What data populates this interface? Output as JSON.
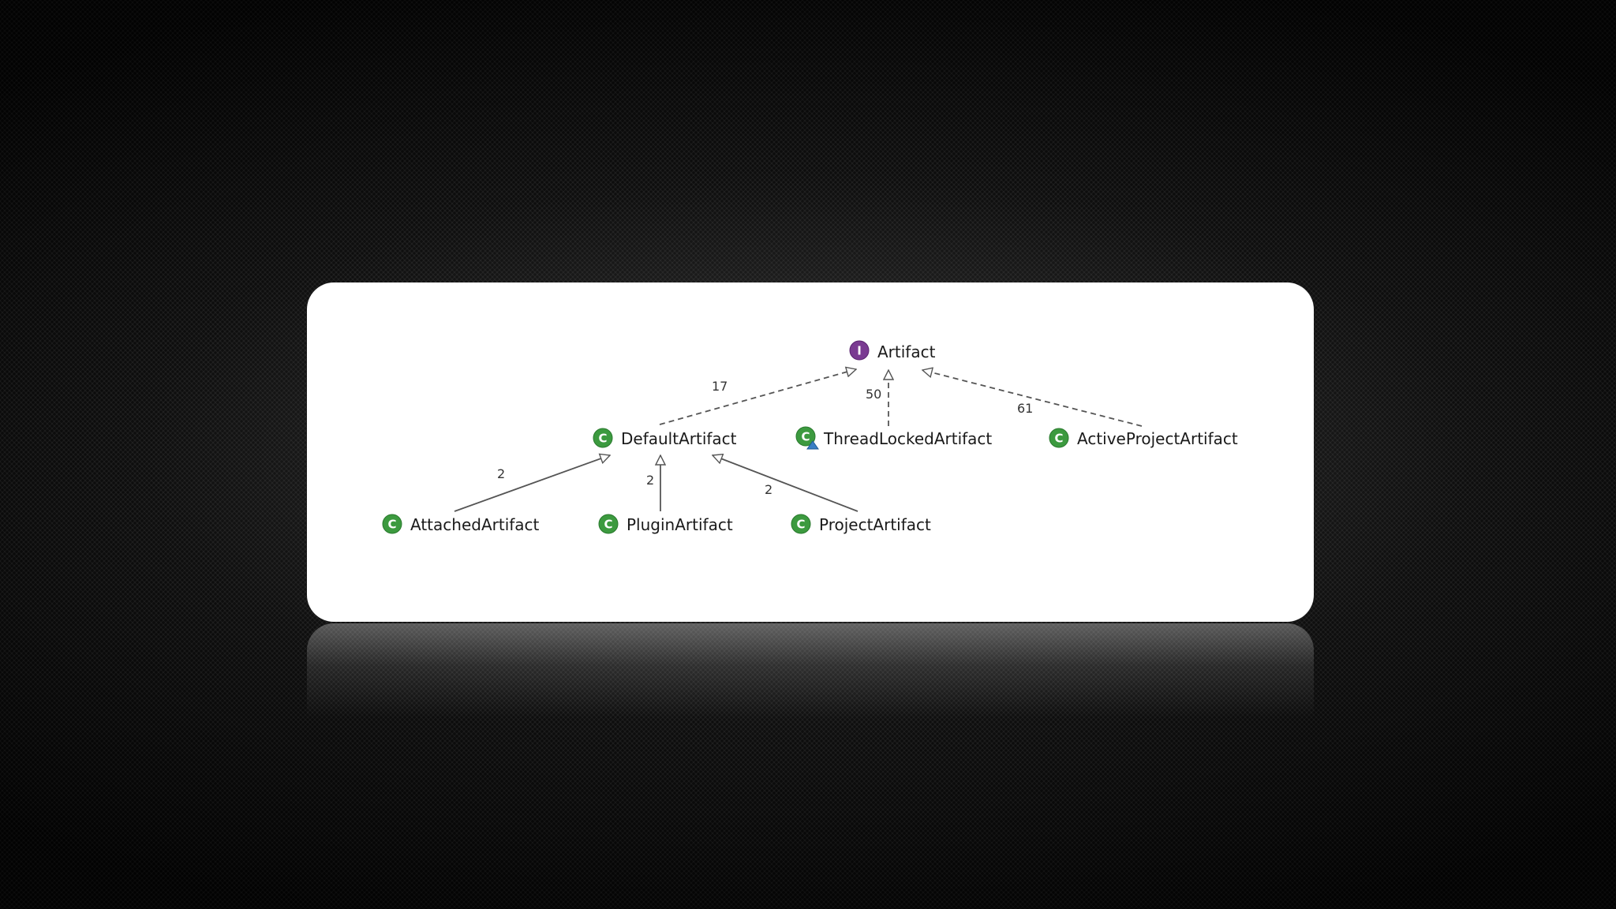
{
  "diagram": {
    "nodes": {
      "artifact": {
        "label": "Artifact",
        "kind": "interface",
        "icon_letter": "I",
        "icon_color": "#7a3b92"
      },
      "default_artifact": {
        "label": "DefaultArtifact",
        "kind": "class",
        "icon_letter": "C",
        "icon_color": "#3c9a3f"
      },
      "thread_locked_artifact": {
        "label": "ThreadLockedArtifact",
        "kind": "class",
        "icon_letter": "C",
        "icon_color": "#3c9a3f"
      },
      "active_project_artifact": {
        "label": "ActiveProjectArtifact",
        "kind": "class",
        "icon_letter": "C",
        "icon_color": "#3c9a3f"
      },
      "attached_artifact": {
        "label": "AttachedArtifact",
        "kind": "class",
        "icon_letter": "C",
        "icon_color": "#3c9a3f"
      },
      "plugin_artifact": {
        "label": "PluginArtifact",
        "kind": "class",
        "icon_letter": "C",
        "icon_color": "#3c9a3f"
      },
      "project_artifact": {
        "label": "ProjectArtifact",
        "kind": "class",
        "icon_letter": "C",
        "icon_color": "#3c9a3f"
      }
    },
    "edges": {
      "default_to_artifact": {
        "from": "DefaultArtifact",
        "to": "Artifact",
        "label": "17",
        "style": "dashed"
      },
      "threadlocked_to_artifact": {
        "from": "ThreadLockedArtifact",
        "to": "Artifact",
        "label": "50",
        "style": "dashed"
      },
      "activeproject_to_artifact": {
        "from": "ActiveProjectArtifact",
        "to": "Artifact",
        "label": "61",
        "style": "dashed"
      },
      "attached_to_default": {
        "from": "AttachedArtifact",
        "to": "DefaultArtifact",
        "label": "2",
        "style": "solid"
      },
      "plugin_to_default": {
        "from": "PluginArtifact",
        "to": "DefaultArtifact",
        "label": "2",
        "style": "solid"
      },
      "project_to_default": {
        "from": "ProjectArtifact",
        "to": "DefaultArtifact",
        "label": "2",
        "style": "solid"
      }
    }
  }
}
